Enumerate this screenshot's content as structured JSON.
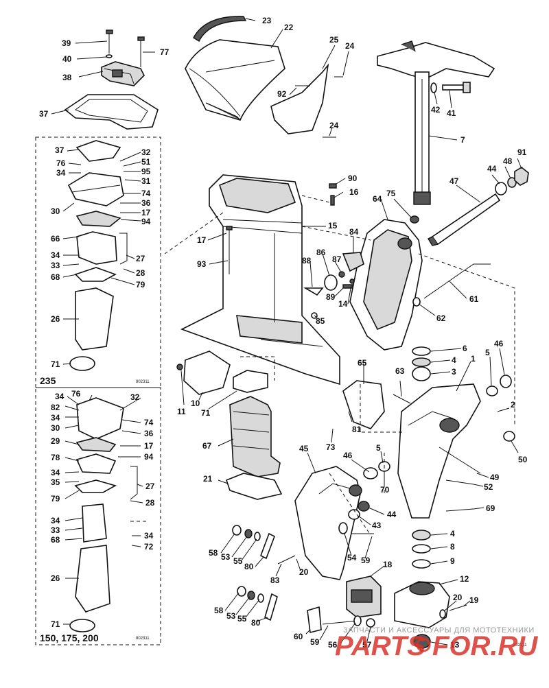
{
  "box_labels": {
    "upper": "235",
    "lower": "150, 175, 200"
  },
  "drawing_codes": {
    "upper": "802311",
    "lower": "802311",
    "bottom": "802311"
  },
  "watermark": "ЗАПЧАСТИ И АКСЕССУАРЫ ДЛЯ МОТОТЕХНИКИ",
  "logo": {
    "left": "PARTS",
    "right": "FOR.RU"
  },
  "callouts": {
    "c1": "39",
    "c2": "40",
    "c3": "77",
    "c4": "38",
    "c5": "37",
    "c6": "23",
    "c7": "22",
    "c8": "25",
    "c9": "24",
    "c10": "92",
    "c11": "24",
    "c12": "42",
    "c13": "41",
    "c14": "7",
    "c15": "91",
    "c16": "48",
    "c17": "44",
    "c18": "47",
    "c19": "90",
    "c20": "16",
    "c21": "75",
    "c22": "64",
    "c23": "15",
    "c24": "17",
    "c25": "93",
    "c26": "84",
    "c27": "86",
    "c28": "87",
    "c29": "88",
    "c30": "89",
    "c31": "14",
    "c32": "85",
    "c33": "61",
    "c34": "62",
    "c35": "37",
    "c36": "32",
    "c37": "76",
    "c38": "51",
    "c39": "34",
    "c40": "95",
    "c41": "31",
    "c42": "74",
    "c43": "30",
    "c44": "36",
    "c45": "17",
    "c46": "94",
    "c47": "66",
    "c48": "34",
    "c49": "33",
    "c50": "27",
    "c51": "28",
    "c52": "68",
    "c53": "79",
    "c54": "26",
    "c55": "71",
    "c56": "6",
    "c57": "4",
    "c58": "3",
    "c59": "1",
    "c60": "5",
    "c61": "46",
    "c62": "65",
    "c63": "63",
    "c64": "2",
    "c65": "81",
    "c66": "73",
    "c67": "11",
    "c68": "10",
    "c69": "71",
    "c70": "67",
    "c71": "21",
    "c72": "45",
    "c73": "46",
    "c74": "5",
    "c75": "70",
    "c76": "50",
    "c77": "49",
    "c78": "52",
    "c79": "69",
    "c80": "44",
    "c81": "43",
    "c82": "4",
    "c83": "8",
    "c84": "9",
    "c85": "58",
    "c86": "53",
    "c87": "55",
    "c88": "80",
    "c89": "20",
    "c90": "83",
    "c91": "54",
    "c92": "59",
    "c93": "18",
    "c94": "12",
    "c95": "20",
    "c96": "19",
    "c97": "58",
    "c98": "53",
    "c99": "55",
    "c100": "80",
    "c101": "60",
    "c102": "59",
    "c103": "56",
    "c104": "57",
    "c105": "13",
    "c106": "34",
    "c107": "76",
    "c108": "32",
    "c109": "82",
    "c110": "34",
    "c111": "30",
    "c112": "74",
    "c113": "36",
    "c114": "29",
    "c115": "17",
    "c116": "94",
    "c117": "78",
    "c118": "34",
    "c119": "35",
    "c120": "27",
    "c121": "79",
    "c122": "28",
    "c123": "34",
    "c124": "33",
    "c125": "68",
    "c126": "34",
    "c127": "72",
    "c128": "26",
    "c129": "71"
  }
}
